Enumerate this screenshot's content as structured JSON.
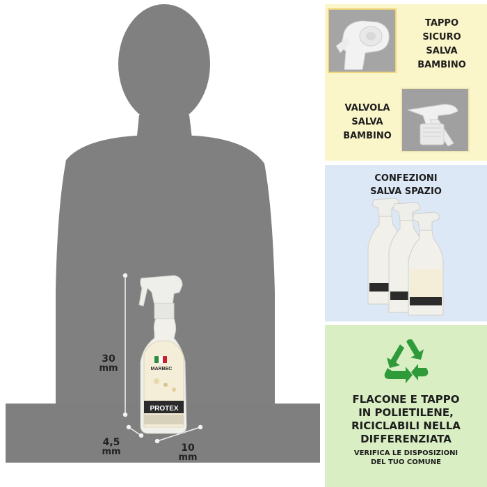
{
  "dimensions": {
    "height": {
      "value": "30",
      "unit": "mm"
    },
    "depth": {
      "value": "4,5",
      "unit": "mm"
    },
    "width": {
      "value": "10",
      "unit": "mm"
    }
  },
  "product": {
    "brand": "MARBEC",
    "name": "PROTEX"
  },
  "panels": {
    "safety": {
      "cap_lines": [
        "TAPPO",
        "SICURO",
        "SALVA",
        "BAMBINO"
      ],
      "valve_lines": [
        "VALVOLA",
        "SALVA",
        "BAMBINO"
      ]
    },
    "space": {
      "lines": [
        "CONFEZIONI",
        "SALVA SPAZIO"
      ]
    },
    "recycle": {
      "title_lines": [
        "FLACONE E TAPPO",
        "IN POLIETILENE,",
        "RICICLABILI NELLA",
        "DIFFERENZIATA"
      ],
      "note_lines": [
        "VERIFICA LE DISPOSIZIONI",
        "DEL TUO COMUNE"
      ],
      "icon": "recycle-icon"
    }
  },
  "colors": {
    "silhouette": "#808080",
    "table": "#7f7f7f",
    "safety_bg": "#fbf6c9",
    "space_bg": "#dce8f6",
    "recycle_bg": "#d9efc3",
    "recycle_icon": "#2f9a3a"
  }
}
